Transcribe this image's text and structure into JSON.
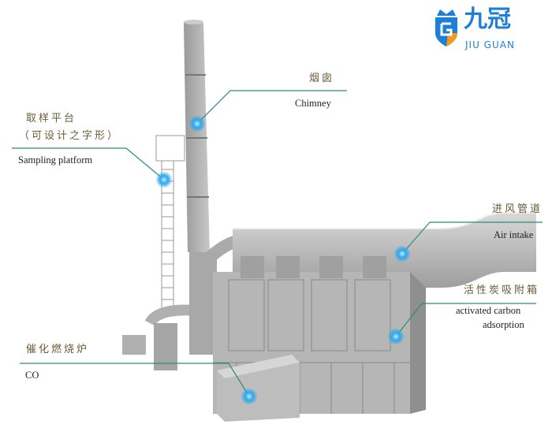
{
  "logo": {
    "name_cn": "九冠",
    "name_en": "JIU GUAN",
    "brand_color": "#1e7fd8",
    "accent_color": "#f39a1e"
  },
  "callouts": {
    "chimney": {
      "cn": "烟囱",
      "en": "Chimney"
    },
    "sampling": {
      "cn": "取样平台",
      "cn_note": "（可设计之字形）",
      "en": "Sampling platform"
    },
    "air_intake": {
      "cn": "进风管道",
      "en": "Air intake"
    },
    "carbon": {
      "cn": "活性炭吸附箱",
      "en_line1": "activated carbon",
      "en_line2": "adsorption"
    },
    "co": {
      "cn": "催化燃烧炉",
      "en": "CO"
    }
  },
  "colors": {
    "leader_line": "#2e8b7a",
    "marker": "#29a8ec"
  }
}
